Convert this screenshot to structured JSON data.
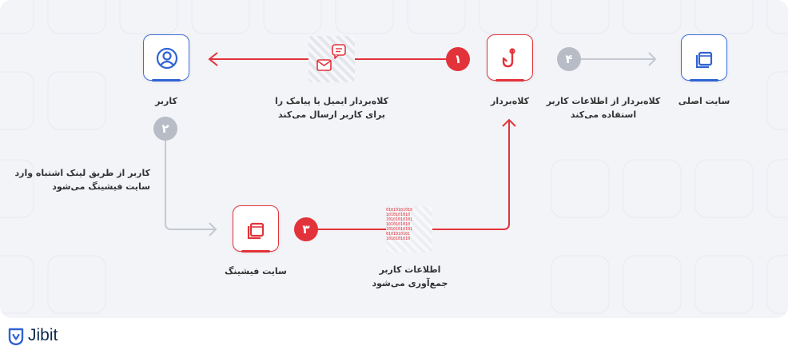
{
  "nodes": {
    "user": {
      "label": "کاربر"
    },
    "scammer": {
      "label": "کلاه‌بردار"
    },
    "main_site": {
      "label": "سایت اصلی"
    },
    "phishing_site": {
      "label": "سایت فیشینگ"
    }
  },
  "steps": {
    "s1": {
      "number": "۱",
      "text_line1": "کلاه‌بردار ایمیل یا پیامک را",
      "text_line2": "برای کاربر ارسال می‌کند"
    },
    "s2": {
      "number": "۲",
      "text_line1": "کاربر از طریق لینک اشتباه وارد",
      "text_line2": "سایت فیشینگ می‌شود"
    },
    "s3": {
      "number": "۳",
      "text_line1": "اطلاعات کاربر",
      "text_line2": "جمع‌آوری می‌شود"
    },
    "s4": {
      "number": "۴",
      "text_line1": "کلاه‌بردار از اطلاعات کاربر",
      "text_line2": "استفاده می‌کند"
    }
  },
  "binary_lines": [
    "01010101010",
    "1010101010",
    "10101010101",
    "1010101010",
    "10101010101",
    "0101010101",
    "1010101010"
  ],
  "colors": {
    "red": "#e2333a",
    "blue": "#2f63d3",
    "grey": "#b8bcc6"
  },
  "brand": {
    "name": "Jibit"
  }
}
